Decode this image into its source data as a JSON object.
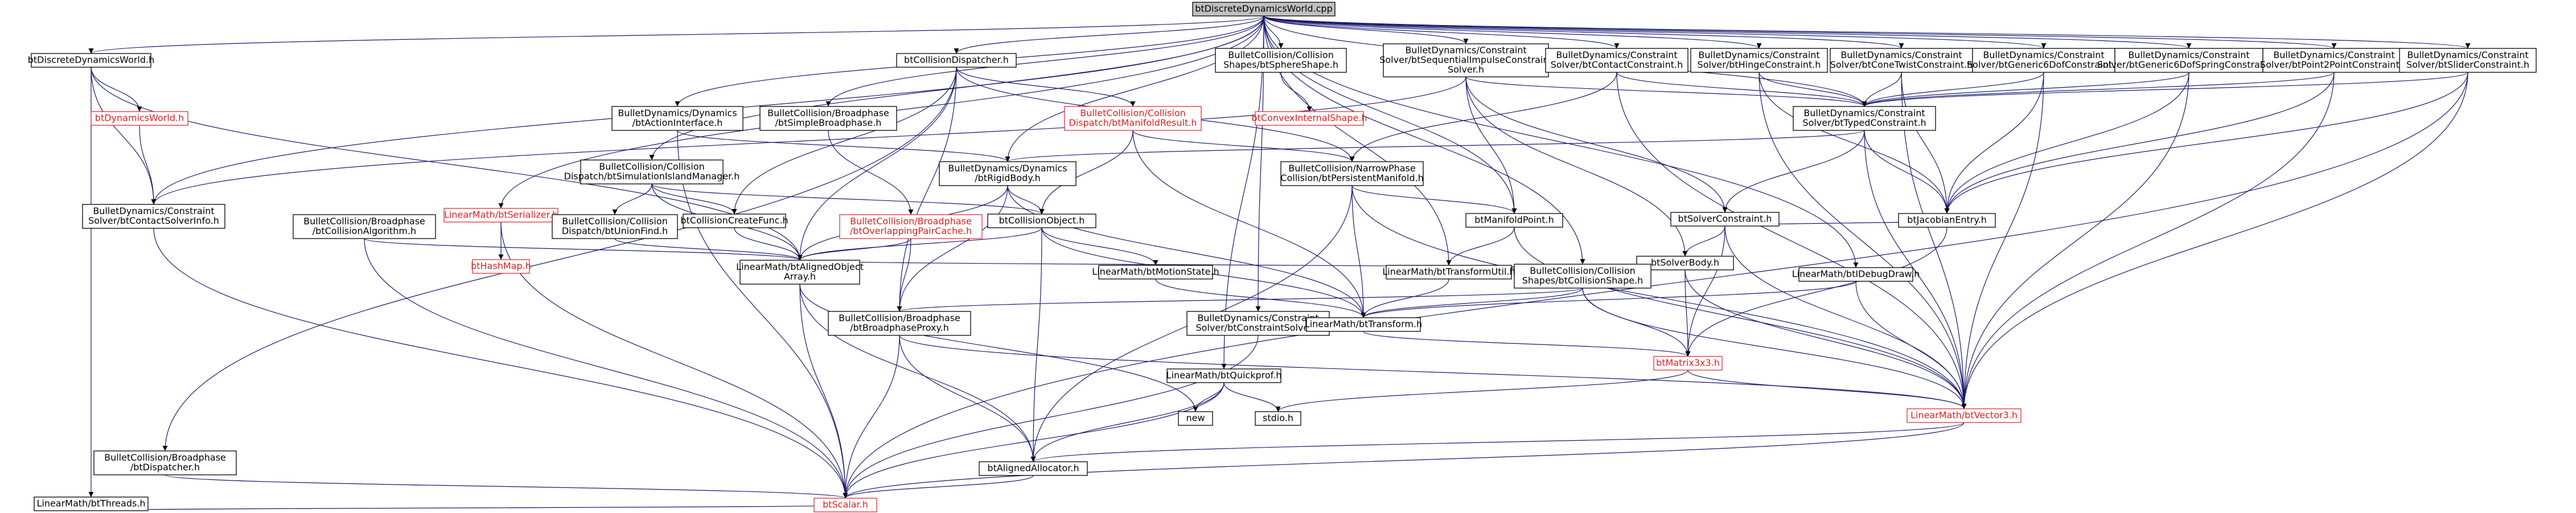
{
  "graph": {
    "nodes": [
      {
        "id": "root",
        "lines": [
          "btDiscreteDynamicsWorld.cpp"
        ],
        "kind": "root"
      },
      {
        "id": "n1",
        "lines": [
          "btDiscreteDynamicsWorld.h"
        ]
      },
      {
        "id": "n2",
        "lines": [
          "btDynamicsWorld.h"
        ],
        "kind": "missing"
      },
      {
        "id": "n3",
        "lines": [
          "BulletDynamics/Constraint",
          "Solver/btContactSolverInfo.h"
        ]
      },
      {
        "id": "n4",
        "lines": [
          "LinearMath/btThreads.h"
        ]
      },
      {
        "id": "n5",
        "lines": [
          "btCollisionDispatcher.h"
        ]
      },
      {
        "id": "n6",
        "lines": [
          "BulletDynamics/Dynamics",
          "/btActionInterface.h"
        ]
      },
      {
        "id": "n7",
        "lines": [
          "BulletCollision/Broadphase",
          "/btSimpleBroadphase.h"
        ]
      },
      {
        "id": "n8",
        "lines": [
          "BulletCollision/Collision",
          "Shapes/btSphereShape.h"
        ]
      },
      {
        "id": "n9",
        "lines": [
          "btConvexInternalShape.h"
        ],
        "kind": "missing"
      },
      {
        "id": "n10",
        "lines": [
          "BulletCollision/Collision",
          "Dispatch/btManifoldResult.h"
        ],
        "kind": "missing"
      },
      {
        "id": "n11",
        "lines": [
          "BulletDynamics/Constraint",
          "Solver/btSequentialImpulseConstraint",
          "Solver.h"
        ]
      },
      {
        "id": "n12",
        "lines": [
          "BulletDynamics/Constraint",
          "Solver/btContactConstraint.h"
        ]
      },
      {
        "id": "n13",
        "lines": [
          "BulletDynamics/Constraint",
          "Solver/btHingeConstraint.h"
        ]
      },
      {
        "id": "n14",
        "lines": [
          "BulletDynamics/Constraint",
          "Solver/btConeTwistConstraint.h"
        ]
      },
      {
        "id": "n15",
        "lines": [
          "BulletDynamics/Constraint",
          "Solver/btGeneric6DofConstraint.h"
        ]
      },
      {
        "id": "n16",
        "lines": [
          "BulletDynamics/Constraint",
          "Solver/btGeneric6DofSpringConstraint.h"
        ]
      },
      {
        "id": "n17",
        "lines": [
          "BulletDynamics/Constraint",
          "Solver/btPoint2PointConstraint.h"
        ]
      },
      {
        "id": "n18",
        "lines": [
          "BulletDynamics/Constraint",
          "Solver/btSliderConstraint.h"
        ]
      },
      {
        "id": "n19",
        "lines": [
          "BulletDynamics/Constraint",
          "Solver/btTypedConstraint.h"
        ]
      },
      {
        "id": "n20",
        "lines": [
          "LinearMath/btSerializer.h"
        ],
        "kind": "missing"
      },
      {
        "id": "n21",
        "lines": [
          "btHashMap.h"
        ],
        "kind": "missing"
      },
      {
        "id": "n22",
        "lines": [
          "BulletCollision/Collision",
          "Dispatch/btSimulationIslandManager.h"
        ]
      },
      {
        "id": "n23",
        "lines": [
          "BulletCollision/Collision",
          "Dispatch/btUnionFind.h"
        ]
      },
      {
        "id": "n24",
        "lines": [
          "btCollisionCreateFunc.h"
        ]
      },
      {
        "id": "n25",
        "lines": [
          "BulletDynamics/Dynamics",
          "/btRigidBody.h"
        ]
      },
      {
        "id": "n26",
        "lines": [
          "BulletCollision/Broadphase",
          "/btOverlappingPairCache.h"
        ],
        "kind": "missing"
      },
      {
        "id": "n27",
        "lines": [
          "btCollisionObject.h"
        ]
      },
      {
        "id": "n28",
        "lines": [
          "BulletCollision/NarrowPhase",
          "Collision/btPersistentManifold.h"
        ]
      },
      {
        "id": "n29",
        "lines": [
          "btSolverConstraint.h"
        ]
      },
      {
        "id": "n30",
        "lines": [
          "btJacobianEntry.h"
        ]
      },
      {
        "id": "n31",
        "lines": [
          "btManifoldPoint.h"
        ]
      },
      {
        "id": "n32",
        "lines": [
          "btSolverBody.h"
        ]
      },
      {
        "id": "n33",
        "lines": [
          "BulletCollision/Broadphase",
          "/btCollisionAlgorithm.h"
        ]
      },
      {
        "id": "n34",
        "lines": [
          "LinearMath/btAlignedObject",
          "Array.h"
        ]
      },
      {
        "id": "n35",
        "lines": [
          "LinearMath/btMotionState.h"
        ]
      },
      {
        "id": "n36",
        "lines": [
          "LinearMath/btTransformUtil.h"
        ]
      },
      {
        "id": "n37",
        "lines": [
          "BulletCollision/Collision",
          "Shapes/btCollisionShape.h"
        ]
      },
      {
        "id": "n38",
        "lines": [
          "LinearMath/btIDebugDraw.h"
        ]
      },
      {
        "id": "n39",
        "lines": [
          "BulletCollision/Broadphase",
          "/btBroadphaseProxy.h"
        ]
      },
      {
        "id": "n40",
        "lines": [
          "BulletDynamics/Constraint",
          "Solver/btConstraintSolver.h"
        ]
      },
      {
        "id": "n41",
        "lines": [
          "LinearMath/btTransform.h"
        ]
      },
      {
        "id": "n42",
        "lines": [
          "btMatrix3x3.h"
        ],
        "kind": "missing"
      },
      {
        "id": "n43",
        "lines": [
          "LinearMath/btQuickprof.h"
        ]
      },
      {
        "id": "n44",
        "lines": [
          "new"
        ]
      },
      {
        "id": "n45",
        "lines": [
          "stdio.h"
        ]
      },
      {
        "id": "n46",
        "lines": [
          "LinearMath/btVector3.h"
        ],
        "kind": "missing"
      },
      {
        "id": "n47",
        "lines": [
          "BulletCollision/Broadphase",
          "/btDispatcher.h"
        ]
      },
      {
        "id": "n48",
        "lines": [
          "btAlignedAllocator.h"
        ]
      },
      {
        "id": "n49",
        "lines": [
          "btScalar.h"
        ],
        "kind": "missing"
      }
    ],
    "edges": [
      [
        "root",
        "n1"
      ],
      [
        "root",
        "n3"
      ],
      [
        "root",
        "n5"
      ],
      [
        "root",
        "n6"
      ],
      [
        "root",
        "n7"
      ],
      [
        "root",
        "n8"
      ],
      [
        "root",
        "n11"
      ],
      [
        "root",
        "n12"
      ],
      [
        "root",
        "n13"
      ],
      [
        "root",
        "n14"
      ],
      [
        "root",
        "n15"
      ],
      [
        "root",
        "n16"
      ],
      [
        "root",
        "n17"
      ],
      [
        "root",
        "n18"
      ],
      [
        "root",
        "n19"
      ],
      [
        "root",
        "n20"
      ],
      [
        "root",
        "n22"
      ],
      [
        "root",
        "n25"
      ],
      [
        "root",
        "n31"
      ],
      [
        "root",
        "n36"
      ],
      [
        "root",
        "n37"
      ],
      [
        "root",
        "n38"
      ],
      [
        "root",
        "n40"
      ],
      [
        "root",
        "n43"
      ],
      [
        "n1",
        "n2"
      ],
      [
        "n1",
        "n3"
      ],
      [
        "n1",
        "n4"
      ],
      [
        "n1",
        "n34"
      ],
      [
        "n2",
        "n3"
      ],
      [
        "n3",
        "n49"
      ],
      [
        "n4",
        "n49"
      ],
      [
        "n5",
        "n10"
      ],
      [
        "n5",
        "n24"
      ],
      [
        "n5",
        "n28"
      ],
      [
        "n5",
        "n34"
      ],
      [
        "n5",
        "n39"
      ],
      [
        "n5",
        "n47"
      ],
      [
        "n6",
        "n25"
      ],
      [
        "n6",
        "n49"
      ],
      [
        "n7",
        "n26"
      ],
      [
        "n8",
        "n9"
      ],
      [
        "n10",
        "n27"
      ],
      [
        "n10",
        "n28"
      ],
      [
        "n10",
        "n41"
      ],
      [
        "n11",
        "n19"
      ],
      [
        "n11",
        "n29"
      ],
      [
        "n11",
        "n31"
      ],
      [
        "n11",
        "n32"
      ],
      [
        "n11",
        "n3"
      ],
      [
        "n12",
        "n19"
      ],
      [
        "n12",
        "n28"
      ],
      [
        "n12",
        "n46"
      ],
      [
        "n13",
        "n19"
      ],
      [
        "n13",
        "n30"
      ],
      [
        "n13",
        "n46"
      ],
      [
        "n14",
        "n19"
      ],
      [
        "n14",
        "n30"
      ],
      [
        "n14",
        "n46"
      ],
      [
        "n15",
        "n19"
      ],
      [
        "n15",
        "n30"
      ],
      [
        "n15",
        "n46"
      ],
      [
        "n16",
        "n19"
      ],
      [
        "n16",
        "n30"
      ],
      [
        "n16",
        "n46"
      ],
      [
        "n17",
        "n19"
      ],
      [
        "n17",
        "n30"
      ],
      [
        "n17",
        "n46"
      ],
      [
        "n18",
        "n19"
      ],
      [
        "n18",
        "n30"
      ],
      [
        "n18",
        "n46"
      ],
      [
        "n18",
        "n49"
      ],
      [
        "n19",
        "n25"
      ],
      [
        "n19",
        "n29"
      ],
      [
        "n19",
        "n30"
      ],
      [
        "n19",
        "n46"
      ],
      [
        "n20",
        "n21"
      ],
      [
        "n20",
        "n49"
      ],
      [
        "n22",
        "n23"
      ],
      [
        "n22",
        "n24"
      ],
      [
        "n22",
        "n27"
      ],
      [
        "n22",
        "n34"
      ],
      [
        "n23",
        "n34"
      ],
      [
        "n24",
        "n34"
      ],
      [
        "n25",
        "n27"
      ],
      [
        "n25",
        "n34"
      ],
      [
        "n25",
        "n39"
      ],
      [
        "n25",
        "n41"
      ],
      [
        "n26",
        "n34"
      ],
      [
        "n26",
        "n39"
      ],
      [
        "n27",
        "n34"
      ],
      [
        "n27",
        "n35"
      ],
      [
        "n27",
        "n41"
      ],
      [
        "n27",
        "n48"
      ],
      [
        "n28",
        "n31"
      ],
      [
        "n28",
        "n41"
      ],
      [
        "n28",
        "n46"
      ],
      [
        "n28",
        "n48"
      ],
      [
        "n29",
        "n30"
      ],
      [
        "n29",
        "n32"
      ],
      [
        "n29",
        "n42"
      ],
      [
        "n29",
        "n46"
      ],
      [
        "n30",
        "n42"
      ],
      [
        "n31",
        "n36"
      ],
      [
        "n31",
        "n46"
      ],
      [
        "n32",
        "n34"
      ],
      [
        "n32",
        "n36"
      ],
      [
        "n32",
        "n42"
      ],
      [
        "n32",
        "n46"
      ],
      [
        "n33",
        "n34"
      ],
      [
        "n33",
        "n49"
      ],
      [
        "n34",
        "n44"
      ],
      [
        "n34",
        "n48"
      ],
      [
        "n34",
        "n49"
      ],
      [
        "n35",
        "n41"
      ],
      [
        "n36",
        "n41"
      ],
      [
        "n37",
        "n39"
      ],
      [
        "n37",
        "n41"
      ],
      [
        "n37",
        "n42"
      ],
      [
        "n37",
        "n46"
      ],
      [
        "n38",
        "n41"
      ],
      [
        "n38",
        "n46"
      ],
      [
        "n39",
        "n46"
      ],
      [
        "n39",
        "n48"
      ],
      [
        "n39",
        "n49"
      ],
      [
        "n40",
        "n49"
      ],
      [
        "n41",
        "n42"
      ],
      [
        "n42",
        "n45"
      ],
      [
        "n42",
        "n46"
      ],
      [
        "n43",
        "n44"
      ],
      [
        "n43",
        "n45"
      ],
      [
        "n43",
        "n48"
      ],
      [
        "n43",
        "n49"
      ],
      [
        "n46",
        "n48"
      ],
      [
        "n46",
        "n49"
      ],
      [
        "n47",
        "n49"
      ],
      [
        "n48",
        "n49"
      ]
    ]
  }
}
